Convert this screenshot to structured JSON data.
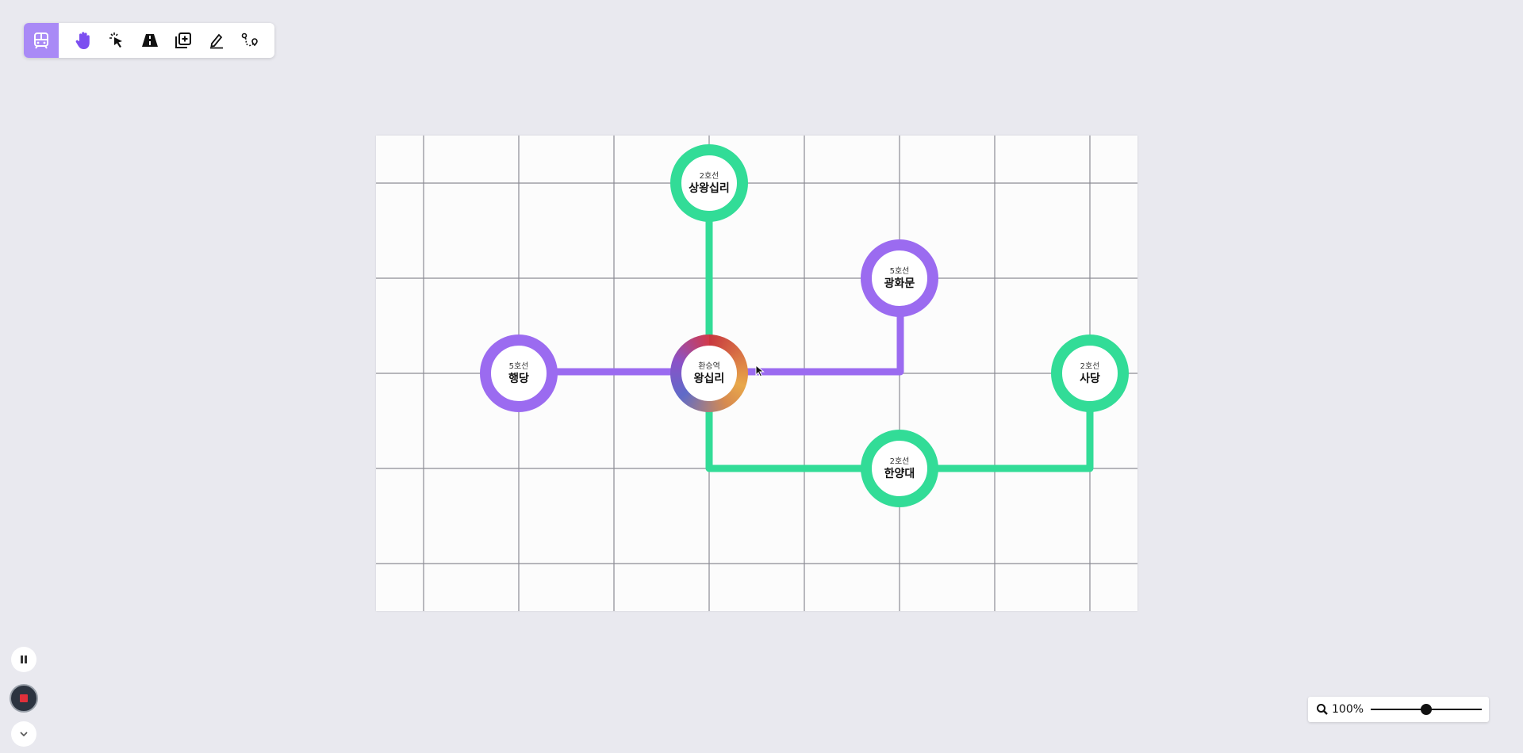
{
  "toolbar": {
    "tools": [
      {
        "icon": "subway-icon",
        "active": true
      },
      {
        "icon": "hand-icon"
      },
      {
        "icon": "select-pointer-icon"
      },
      {
        "icon": "road-icon"
      },
      {
        "icon": "add-layer-icon"
      },
      {
        "icon": "pen-icon"
      },
      {
        "icon": "route-map-icon"
      }
    ]
  },
  "colors": {
    "line2": "#32dc97",
    "line5": "#9b6bf0",
    "grid": "#8c8c94",
    "accent": "#a98af6"
  },
  "stations": {
    "sangwangsimni": {
      "line": "2호선",
      "name": "상왕십리"
    },
    "gwanghwamun": {
      "line": "5호선",
      "name": "광화문"
    },
    "haengdang": {
      "line": "5호선",
      "name": "행당"
    },
    "wangsimni": {
      "line": "환승역",
      "name": "왕십리"
    },
    "sadang": {
      "line": "2호선",
      "name": "사당"
    },
    "hanyangdae": {
      "line": "2호선",
      "name": "한양대"
    }
  },
  "playback": {
    "pause_icon": "pause-icon",
    "record_icon": "record-stop-icon",
    "expand_icon": "chevron-down-icon"
  },
  "zoom": {
    "label": "100%",
    "level": 0.5
  }
}
